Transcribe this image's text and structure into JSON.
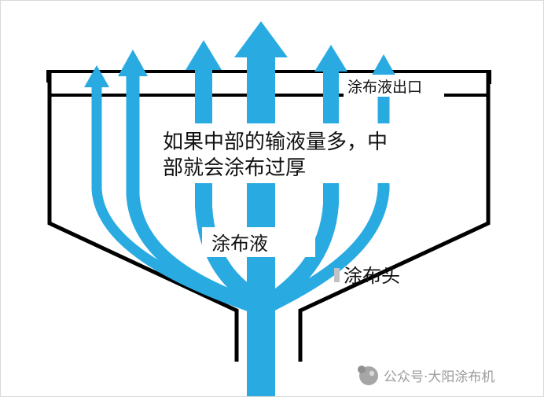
{
  "colors": {
    "flow": "#29ABE2",
    "outline": "#000000",
    "watermark": "#9b9b9b",
    "background": "#ffffff"
  },
  "labels": {
    "outlet": "涂布液出口",
    "note_line1": "如果中部的输液量多，中",
    "note_line2": "部就会涂布过厚",
    "liquid": "涂布液",
    "head": "涂布头"
  },
  "watermark": {
    "text": "公众号·大阳涂布机"
  }
}
